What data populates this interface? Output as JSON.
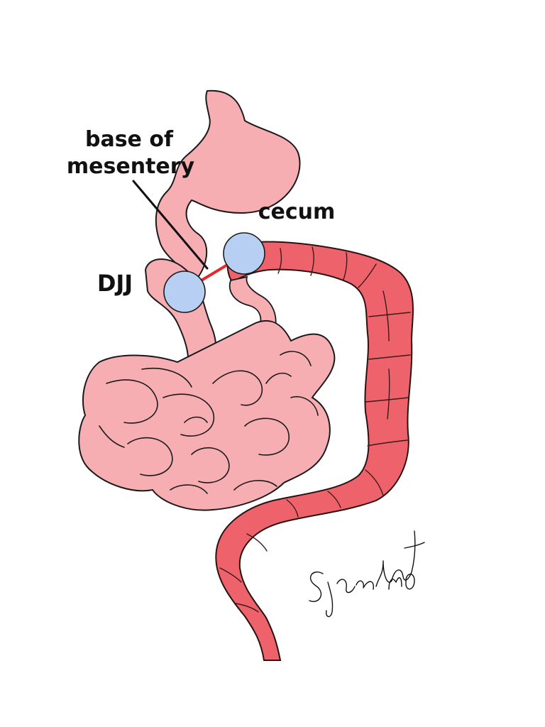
{
  "labels": {
    "base_of_mesentery_line1": "base of",
    "base_of_mesentery_line2": "mesentery",
    "cecum": "cecum",
    "djj": "DJJ"
  },
  "signature": "S Yamaguchi MD",
  "colors": {
    "small_bowel": "#f6aeb3",
    "small_bowel_outline": "#1a1a1a",
    "colon": "#ee636b",
    "colon_outline": "#2a1212",
    "landmark_marker": "#b7cff2",
    "mesentery_line": "#e8262b",
    "pointer_line": "#111111"
  }
}
